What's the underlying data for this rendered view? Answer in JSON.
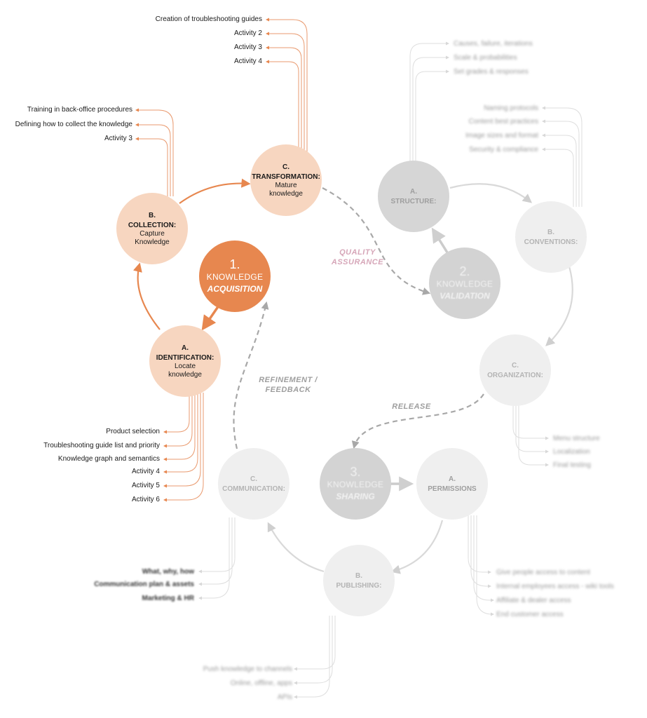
{
  "colors": {
    "accent": "#e7874f",
    "accent_light": "#f7d6c0",
    "grey_circle": "#d3d3d3",
    "light_circle": "#efefef",
    "orange_line": "#e99a6f",
    "grey_line": "#d8d8d8",
    "quality_text": "#d6a6b8",
    "grey_text": "#9e9e9e"
  },
  "phases": {
    "acquisition": {
      "number": "1.",
      "word1": "KNOWLEDGE",
      "word2": "ACQUISITION"
    },
    "validation": {
      "number": "2.",
      "word1": "KNOWLEDGE",
      "word2": "VALIDATION"
    },
    "sharing": {
      "number": "3.",
      "word1": "KNOWLEDGE",
      "word2": "SHARING"
    }
  },
  "steps": {
    "acq_a": {
      "letter": "A.",
      "title": "IDENTIFICATION:",
      "sub1": "Locate",
      "sub2": "knowledge"
    },
    "acq_b": {
      "letter": "B.",
      "title": "COLLECTION:",
      "sub1": "Capture",
      "sub2": "Knowledge"
    },
    "acq_c": {
      "letter": "C.",
      "title": "TRANSFORMATION:",
      "sub1": "Mature",
      "sub2": "knowledge"
    },
    "val_a": {
      "letter": "A.",
      "title": "STRUCTURE:"
    },
    "val_b": {
      "letter": "B.",
      "title": "CONVENTIONS:"
    },
    "val_c": {
      "letter": "C.",
      "title": "ORGANIZATION:"
    },
    "sha_a": {
      "letter": "A.",
      "title": "PERMISSIONS"
    },
    "sha_b": {
      "letter": "B.",
      "title": "PUBLISHING:"
    },
    "sha_c": {
      "letter": "C.",
      "title": "COMMUNICATION:"
    }
  },
  "flows": {
    "quality_1": "QUALITY",
    "quality_2": "ASSURANCE",
    "refinement_1": "REFINEMENT /",
    "refinement_2": "FEEDBACK",
    "release": "RELEASE"
  },
  "activities": {
    "transformation": [
      "Creation of troubleshooting guides",
      "Activity 2",
      "Activity 3",
      "Activity 4"
    ],
    "collection": [
      "Training in back-office procedures",
      "Defining how to collect the knowledge",
      "Activity 3"
    ],
    "identification": [
      "Product selection",
      "Troubleshooting guide list and priority",
      "Knowledge graph and semantics",
      "Activity 4",
      "Activity 5",
      "Activity 6"
    ],
    "structure": [
      "Causes, failure, iterations",
      "Scale & probabilities",
      "Set grades & responses"
    ],
    "conventions": [
      "Naming protocols",
      "Content best practices",
      "Image sizes and format",
      "Security & compliance"
    ],
    "organization": [
      "Menu structure",
      "Localization",
      "Final testing"
    ],
    "permissions": [
      "Give people access to content",
      "Internal employees access - wiki tools",
      "Affiliate & dealer access",
      "End customer access"
    ],
    "publishing": [
      "Push knowledge to channels",
      "Online, offline, apps",
      "APIs"
    ],
    "communication": [
      "What, why, how",
      "Communication plan & assets",
      "Marketing & HR"
    ]
  }
}
